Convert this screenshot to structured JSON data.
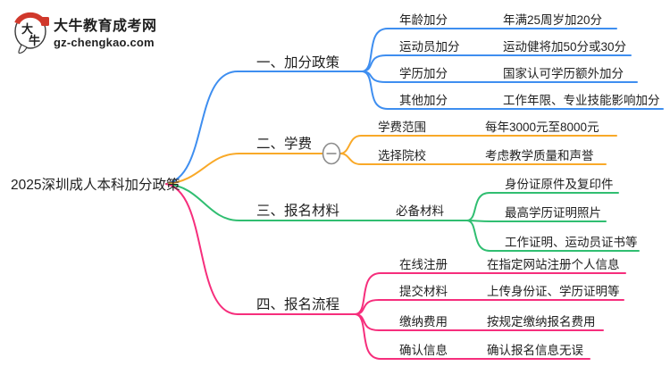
{
  "logo": {
    "brand": "大牛教育成考网",
    "domain": "gz-chengkao.com",
    "mark_char_1": "大",
    "mark_char_2": "牛",
    "green": "#2e8b3f",
    "red": "#d0382b"
  },
  "root": {
    "label": "2025深圳成人本科加分政策"
  },
  "text_color": "#1f1f1f",
  "collapse_button": {
    "icon": "minus-icon",
    "border": "#8c8c8c"
  },
  "branches": [
    {
      "label": "一、加分政策",
      "color": "#3e8ef0",
      "children": [
        {
          "key": "年龄加分",
          "value": "年满25周岁加20分"
        },
        {
          "key": "运动员加分",
          "value": "运动健将加50分或30分"
        },
        {
          "key": "学历加分",
          "value": "国家认可学历额外加分"
        },
        {
          "key": "其他加分",
          "value": "工作年限、专业技能影响加分"
        }
      ]
    },
    {
      "label": "二、学费",
      "color": "#f9a928",
      "collapsed_icon": "minus-icon",
      "children": [
        {
          "key": "学费范围",
          "value": "每年3000元至8000元"
        },
        {
          "key": "选择院校",
          "value": "考虑教学质量和声誉"
        }
      ]
    },
    {
      "label": "三、报名材料",
      "color": "#30be71",
      "children": [
        {
          "key": "必备材料",
          "values": [
            "身份证原件及复印件",
            "最高学历证明照片",
            "工作证明、运动员证书等"
          ]
        }
      ]
    },
    {
      "label": "四、报名流程",
      "color": "#f62e7c",
      "children": [
        {
          "key": "在线注册",
          "value": "在指定网站注册个人信息"
        },
        {
          "key": "提交材料",
          "value": "上传身份证、学历证明等"
        },
        {
          "key": "缴纳费用",
          "value": "按规定缴纳报名费用"
        },
        {
          "key": "确认信息",
          "value": "确认报名信息无误"
        }
      ]
    }
  ]
}
